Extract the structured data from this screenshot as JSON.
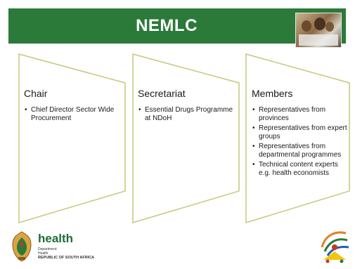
{
  "header": {
    "title": "NEMLC",
    "background_color": "#2b7a3a",
    "photo_icon": "photo-icon"
  },
  "panels": [
    {
      "title": "Chair",
      "items": [
        "Chief Director Sector Wide Procurement"
      ]
    },
    {
      "title": "Secretariat",
      "items": [
        "Essential Drugs Programme at NDoH"
      ]
    },
    {
      "title": "Members",
      "items": [
        "Representatives from provinces",
        "Representatives from expert groups",
        "Representatives from departmental programmes",
        "Technical content experts e.g. health economists"
      ]
    }
  ],
  "footer": {
    "logo_word": "health",
    "logo_line1": "Department:",
    "logo_line2": "Health",
    "logo_line3": "REPUBLIC OF SOUTH AFRICA",
    "right_logo_icon": "20-years-of-freedom-logo-icon",
    "crest_icon": "coat-of-arms-icon",
    "accent_color": "#1e6d36"
  }
}
